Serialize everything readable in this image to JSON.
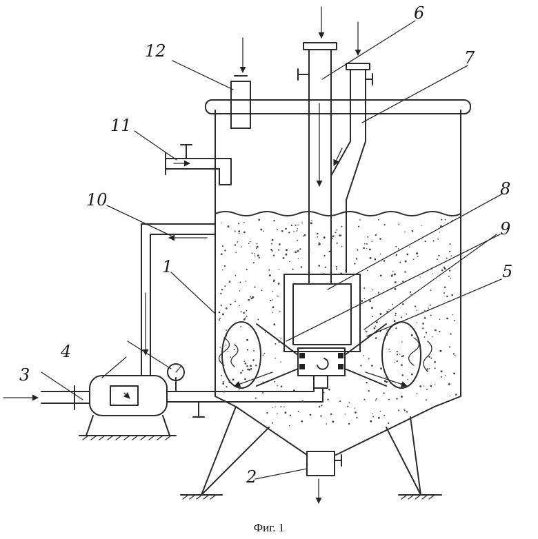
{
  "figure": {
    "caption": "Фиг. 1",
    "labels": [
      "1",
      "2",
      "3",
      "4",
      "5",
      "6",
      "7",
      "8",
      "9",
      "10",
      "11",
      "12"
    ]
  }
}
